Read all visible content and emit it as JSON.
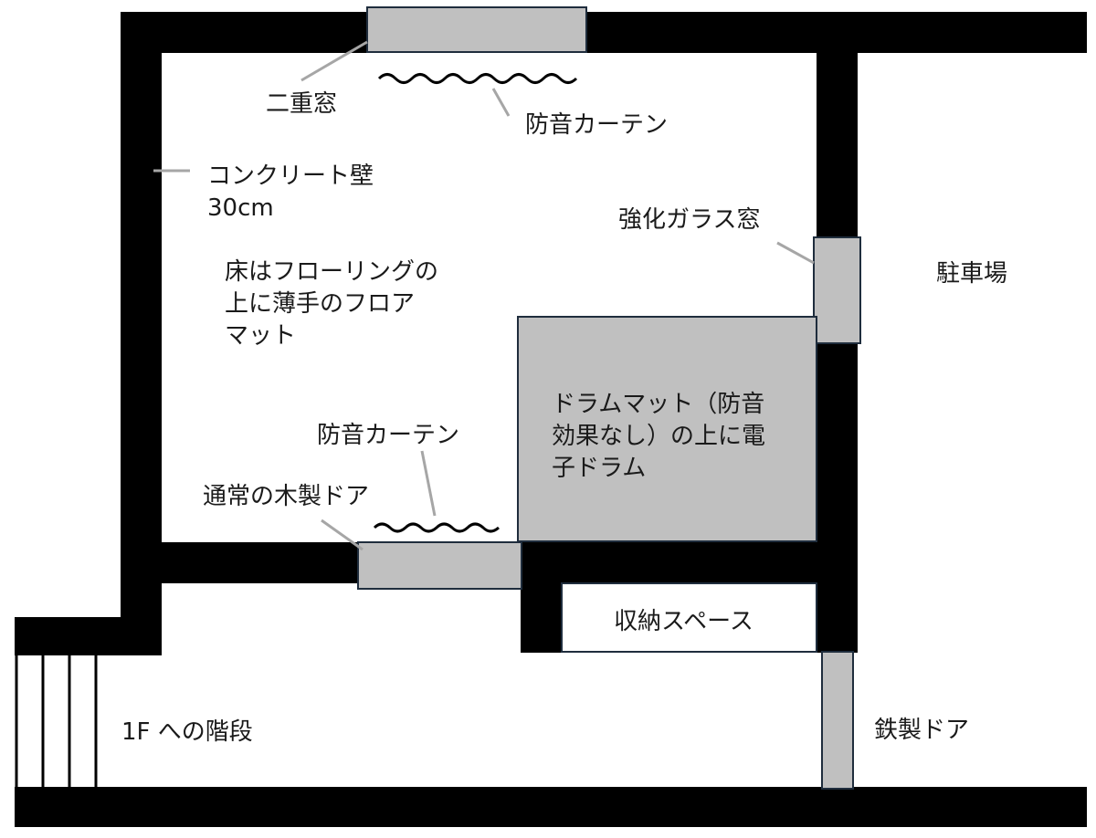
{
  "labels": {
    "double_window": "二重窓",
    "soundproof_curtain_top": "防音カーテン",
    "concrete_wall_line1": "コンクリート壁",
    "concrete_wall_line2": "30cm",
    "tempered_glass_window": "強化ガラス窓",
    "parking": "駐車場",
    "floor_line1": "床はフローリングの",
    "floor_line2": "上に薄手のフロア",
    "floor_line3": "マット",
    "drum_line1": "ドラムマット（防音",
    "drum_line2": "効果なし）の上に電",
    "drum_line3": "子ドラム",
    "soundproof_curtain_bottom": "防音カーテン",
    "wooden_door": "通常の木製ドア",
    "storage": "収納スペース",
    "stairs": "1F への階段",
    "steel_door": "鉄製ドア"
  },
  "colors": {
    "wall": "#000000",
    "fixture_fill": "#c0c0c0",
    "fixture_stroke": "#1f2d3d",
    "leader_line": "#a6a6a6"
  }
}
